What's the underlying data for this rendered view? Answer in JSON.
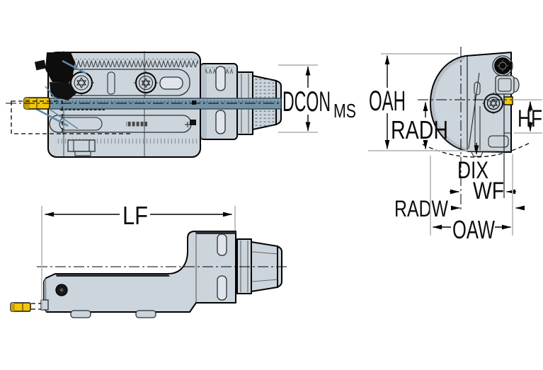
{
  "figure_type": "tool-holder-dimension-drawing",
  "labels": {
    "dcon": "DCON",
    "dcon_sub": "MS",
    "oah": "OAH",
    "radh": "RADH",
    "dix": "DIX",
    "hf": "HF",
    "wf": "WF",
    "radw": "RADW",
    "oaw": "OAW",
    "lf": "LF"
  },
  "colors": {
    "background": "#ffffff",
    "body": "#ccd5dc",
    "body_light": "#dfe5ea",
    "body_shadow": "#8d98a1",
    "outline": "#000000",
    "clamp_black": "#0d0d0d",
    "bar_blue": "#7292a6",
    "bar_edge": "#24384a",
    "insert_yellow": "#f3c800",
    "insert_yellow_dark": "#c79f00",
    "extension_line": "#b9b9b9"
  }
}
